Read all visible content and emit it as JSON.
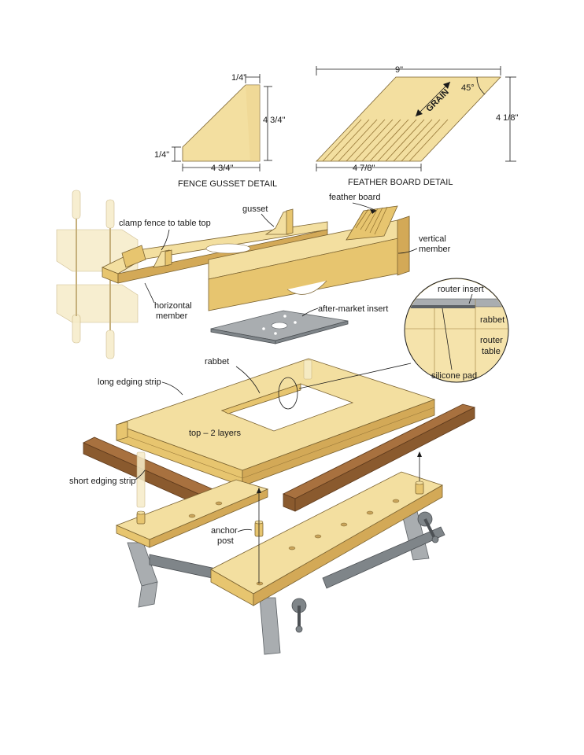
{
  "fence_gusset_detail": {
    "caption": "FENCE GUSSET DETAIL",
    "dim_top": "1/4\"",
    "dim_side": "4 3/4\"",
    "dim_left": "1/4\"",
    "dim_bottom": "4 3/4\""
  },
  "feather_board_detail": {
    "caption": "FEATHER BOARD DETAIL",
    "dim_top": "9\"",
    "dim_angle": "45°",
    "grain": "GRAIN",
    "dim_side": "4 1/8\"",
    "dim_bottom": "4 7/8\""
  },
  "labels": {
    "feather_board": "feather board",
    "gusset": "gusset",
    "clamp_fence": "clamp fence to table top",
    "vertical_member_1": "vertical",
    "vertical_member_2": "member",
    "horizontal_member_1": "horizontal",
    "horizontal_member_2": "member",
    "after_market_insert": "after-market insert",
    "rabbet": "rabbet",
    "long_edging_strip": "long edging strip",
    "top_layers": "top – 2 layers",
    "short_edging_strip": "short edging strip",
    "anchor_post_1": "anchor",
    "anchor_post_2": "post"
  },
  "inset": {
    "router_insert": "router insert",
    "rabbet": "rabbet",
    "router_table_1": "router",
    "router_table_2": "table",
    "silicone_pad": "silicone pad"
  }
}
